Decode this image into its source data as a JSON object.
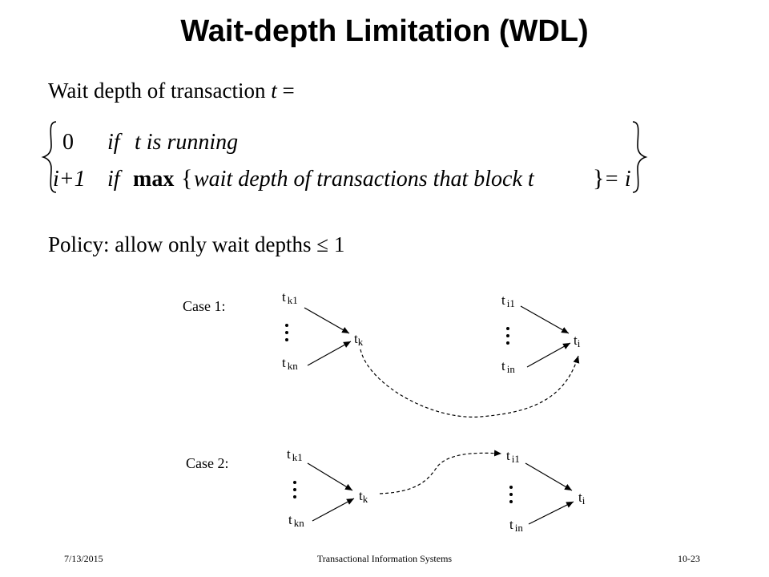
{
  "slide": {
    "title": "Wait-depth Limitation (WDL)",
    "definition_prefix": "Wait depth of transaction ",
    "definition_var": "t",
    "definition_suffix": " =",
    "cases": [
      {
        "value": "0",
        "condition_if": "if",
        "condition_text": "t is running"
      },
      {
        "value": "i+1",
        "condition_if": "if",
        "max_word": "max",
        "condition_text": "wait depth of transactions that block t",
        "result": "= i"
      }
    ],
    "policy_prefix": "Policy: allow only wait depths ",
    "policy_symbol": "≤",
    "policy_value": " 1"
  },
  "diagram": {
    "case1": {
      "label": "Case 1:",
      "tk1": {
        "base": "t",
        "sub": "k1"
      },
      "tkn": {
        "base": "t",
        "sub": "kn"
      },
      "tk": {
        "base": "t",
        "sub": "k"
      },
      "ti1": {
        "base": "t",
        "sub": "i1"
      },
      "tin": {
        "base": "t",
        "sub": "in"
      },
      "ti": {
        "base": "t",
        "sub": "i"
      }
    },
    "case2": {
      "label": "Case 2:",
      "tk1": {
        "base": "t",
        "sub": "k1"
      },
      "tkn": {
        "base": "t",
        "sub": "kn"
      },
      "tk": {
        "base": "t",
        "sub": "k"
      },
      "ti1": {
        "base": "t",
        "sub": "i1"
      },
      "tin": {
        "base": "t",
        "sub": "in"
      },
      "ti": {
        "base": "t",
        "sub": "i"
      }
    }
  },
  "footer": {
    "date": "7/13/2015",
    "course": "Transactional Information Systems",
    "page": "10-23"
  }
}
